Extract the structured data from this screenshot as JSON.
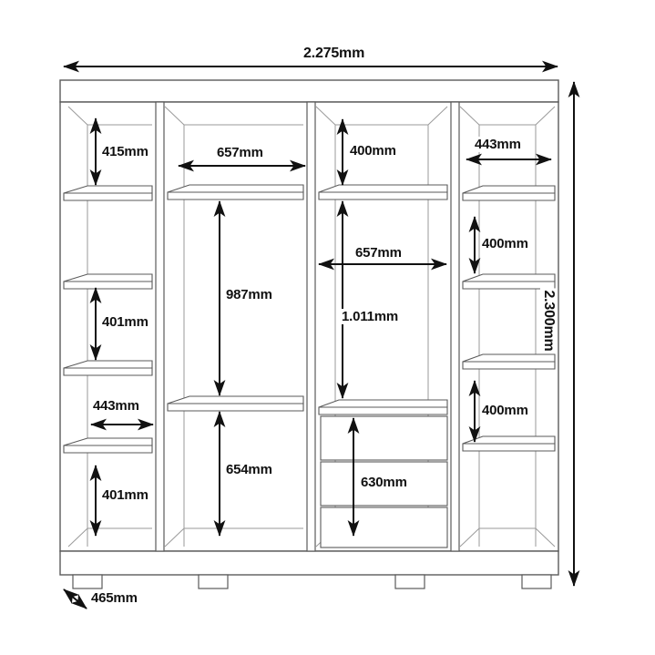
{
  "drawing": {
    "title": "wardrobe-technical-dimension-drawing",
    "units": "mm",
    "line_color": "#111111",
    "panel_color": "#8a8a8a",
    "background": "#ffffff"
  },
  "overall": {
    "width_label": "2.275mm",
    "height_label": "2.300mm",
    "depth_label": "465mm"
  },
  "columns": {
    "col1": {
      "name": "left-shelf-column",
      "dims": [
        {
          "id": "c1-d1",
          "value": "415mm",
          "orientation": "vertical"
        },
        {
          "id": "c1-d2",
          "value": "401mm",
          "orientation": "vertical"
        },
        {
          "id": "c1-d3",
          "value": "443mm",
          "orientation": "horizontal"
        },
        {
          "id": "c1-d4",
          "value": "401mm",
          "orientation": "vertical"
        }
      ]
    },
    "col2": {
      "name": "left-hanging-column",
      "dims": [
        {
          "id": "c2-d1",
          "value": "657mm",
          "orientation": "horizontal"
        },
        {
          "id": "c2-d2",
          "value": "987mm",
          "orientation": "vertical"
        },
        {
          "id": "c2-d3",
          "value": "654mm",
          "orientation": "vertical"
        }
      ]
    },
    "col3": {
      "name": "right-hanging-drawer-column",
      "dims": [
        {
          "id": "c3-d1",
          "value": "400mm",
          "orientation": "vertical"
        },
        {
          "id": "c3-d2",
          "value": "657mm",
          "orientation": "horizontal"
        },
        {
          "id": "c3-d3",
          "value": "1.011mm",
          "orientation": "vertical"
        },
        {
          "id": "c3-d4",
          "value": "630mm",
          "orientation": "vertical"
        }
      ]
    },
    "col4": {
      "name": "right-shelf-column",
      "dims": [
        {
          "id": "c4-d1",
          "value": "443mm",
          "orientation": "horizontal"
        },
        {
          "id": "c4-d2",
          "value": "400mm",
          "orientation": "vertical"
        },
        {
          "id": "c4-d3",
          "value": "400mm",
          "orientation": "vertical"
        }
      ]
    }
  },
  "labels": {
    "top_width": "2.275mm",
    "right_height": "2.300mm",
    "depth": "465mm",
    "c1_415": "415mm",
    "c1_401a": "401mm",
    "c1_443": "443mm",
    "c1_401b": "401mm",
    "c2_657": "657mm",
    "c2_987": "987mm",
    "c2_654": "654mm",
    "c3_400": "400mm",
    "c3_657": "657mm",
    "c3_1011": "1.011mm",
    "c3_630": "630mm",
    "c4_443": "443mm",
    "c4_400a": "400mm",
    "c4_400b": "400mm"
  }
}
